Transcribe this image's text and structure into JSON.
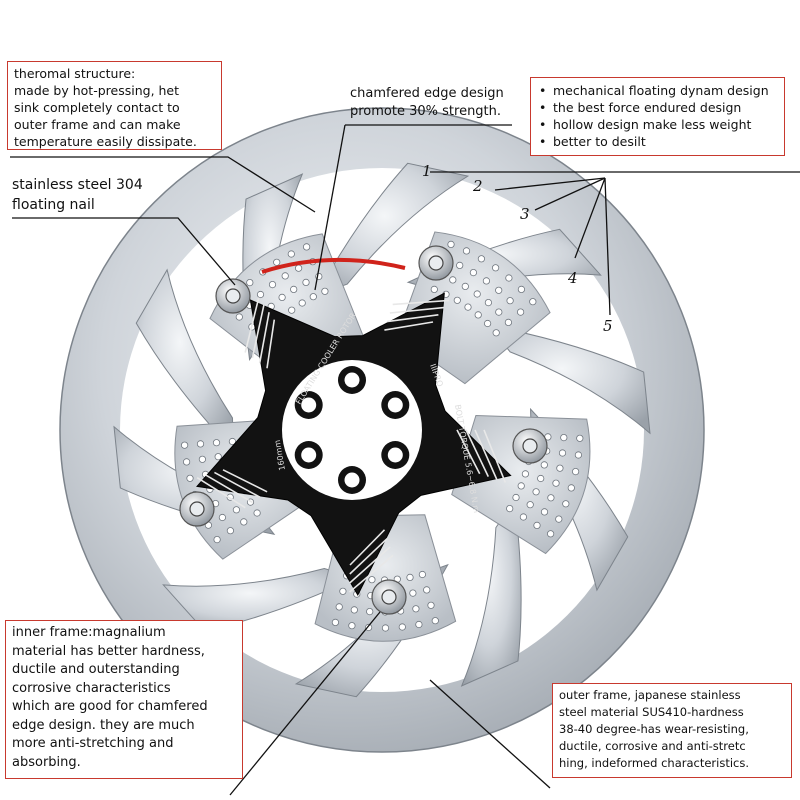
{
  "callouts": {
    "thermal": [
      "theromal structure:",
      "made by hot-pressing, het",
      "sink completely contact to",
      "outer frame and can make",
      "temperature easily dissipate."
    ],
    "chamfered": [
      "chamfered edge design",
      "promote 30% strength."
    ],
    "features": [
      "mechanical floating dynam design",
      "the best force endured design",
      "hollow design make less weight",
      "better to desilt"
    ],
    "nail": [
      "stainless steel 304",
      "floating nail"
    ],
    "inner_frame": [
      "inner frame:magnalium",
      "material has better hardness,",
      "ductile and outerstanding",
      "corrosive characteristics",
      "which are good for chamfered",
      "edge design. they are much",
      "more anti-stretching and",
      "absorbing."
    ],
    "outer_frame": [
      "outer frame, japanese stainless",
      "steel material SUS410-hardness",
      "38-40 degree-has wear-resisting,",
      "ductile, corrosive and  anti-stretc",
      "hing, indeformed characteristics."
    ]
  },
  "feature_numbers": [
    "1",
    "2",
    "3",
    "4",
    "5"
  ],
  "rotor_text": {
    "spider_arc": "FLOATING COOLER ROTOR",
    "size": "160mm",
    "torque": "BOLT TORQUE 5.6~6.8 N.m",
    "brand": "IIIPRO"
  },
  "colors": {
    "callout_border": "#c8392e",
    "rotor_steel": "#c9ced4",
    "spider": "#111111",
    "chamfer_edge": "#d0231b"
  }
}
